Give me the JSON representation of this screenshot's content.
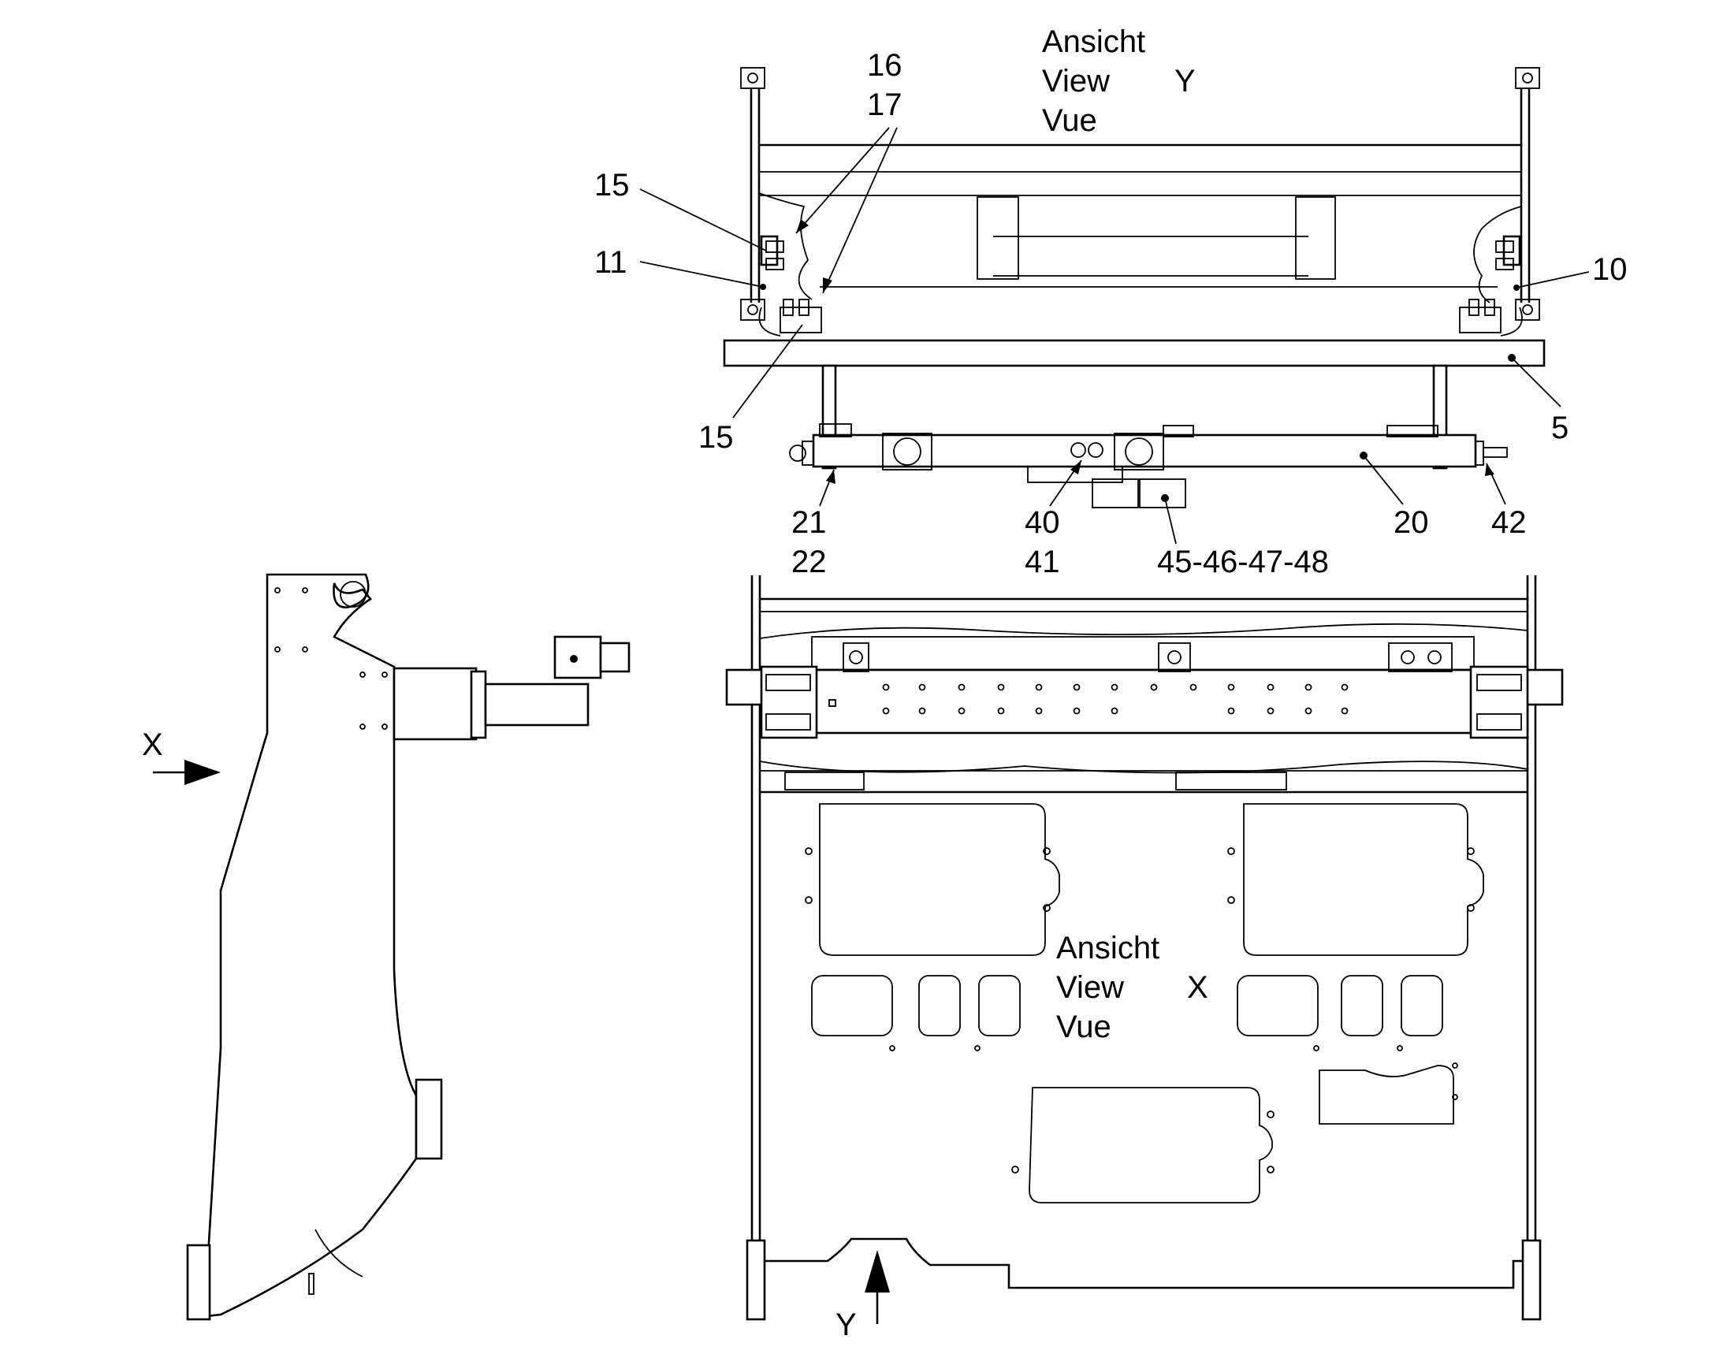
{
  "views": {
    "view_y": {
      "line1": "Ansicht",
      "line2": "View",
      "line3": "Vue",
      "letter": "Y"
    },
    "view_x": {
      "line1": "Ansicht",
      "line2": "View",
      "line3": "Vue",
      "letter": "X"
    }
  },
  "callouts": {
    "c16": "16",
    "c17": "17",
    "c15a": "15",
    "c11": "11",
    "c10": "10",
    "c15b": "15",
    "c5": "5",
    "c21": "21",
    "c22": "22",
    "c40": "40",
    "c41": "41",
    "c45": "45-46-47-48",
    "c20": "20",
    "c42": "42"
  },
  "arrows": {
    "x": "X",
    "y": "Y"
  }
}
